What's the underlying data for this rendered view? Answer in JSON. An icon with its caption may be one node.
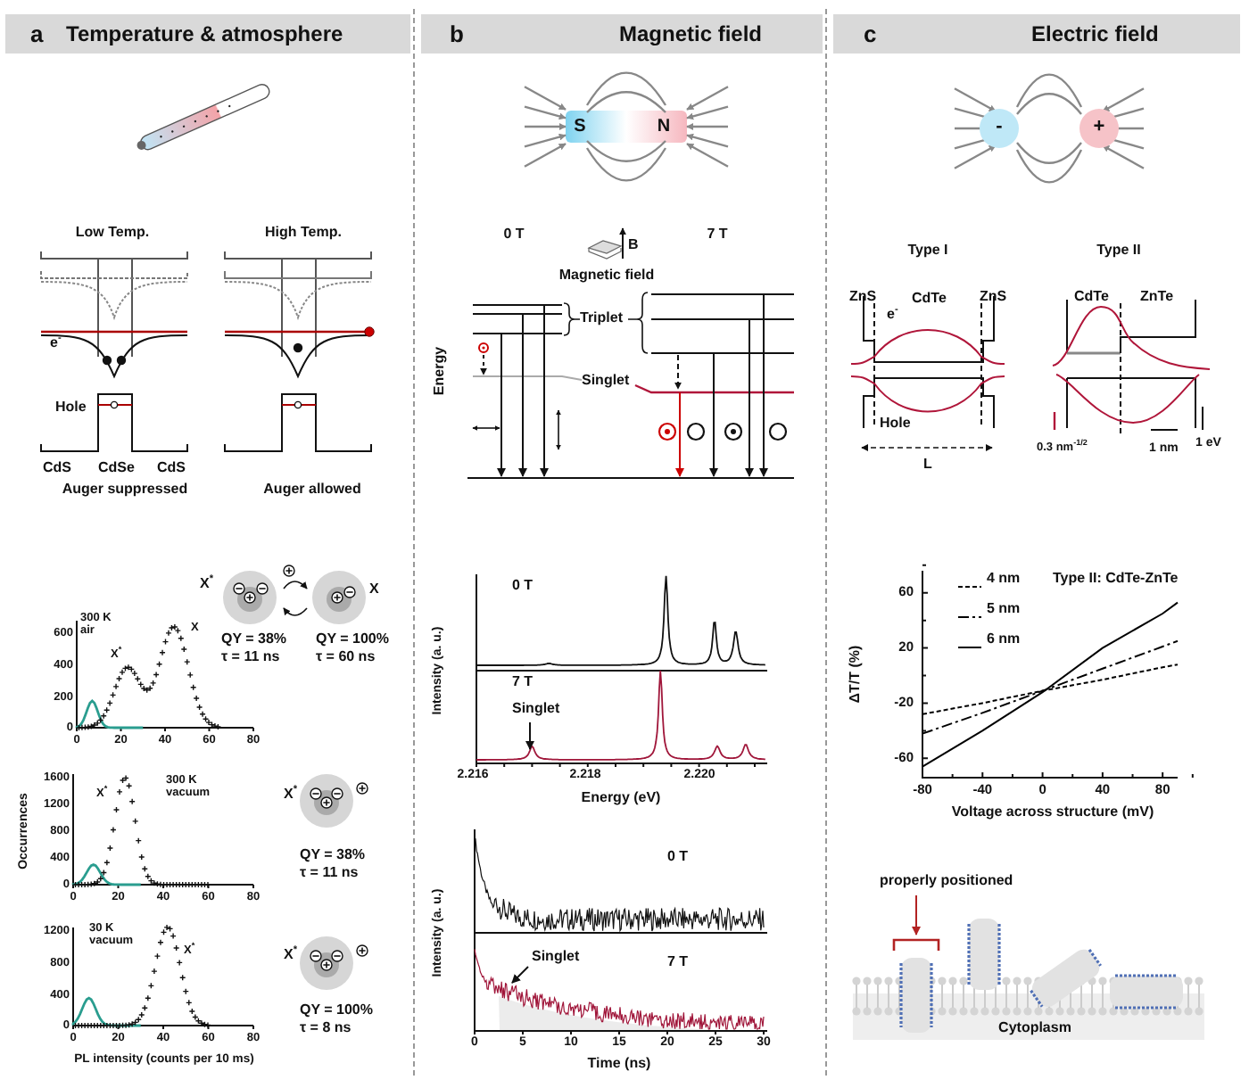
{
  "diagram": {
    "nodes": [
      {
        "text": [
          "a",
          "Temperature & atmosphere"
        ]
      },
      {
        "text": [
          "b",
          "Magnetic field"
        ]
      },
      {
        "text": [
          "c",
          "Electric field"
        ]
      },
      {
        "text": [
          "properly positioned"
        ]
      },
      {
        "text": [],
        "shape": "picture"
      }
    ],
    "edges": [
      {
        "from": 3,
        "to": 4,
        "arrow": "to",
        "color": "#b22222"
      }
    ],
    "labels": [
      "Low Temp.",
      "High Temp.",
      "e$^{-}$",
      "Hole",
      "CdS",
      "CdSe",
      "CdS",
      "Auger suppressed",
      "Auger allowed",
      "X$^{*}$",
      "X",
      "QY = 38%",
      "τ = 11 ns",
      "QY = 100%",
      "τ = 60 ns",
      "300 K air",
      "X$^{*}$",
      "X",
      "600",
      "400",
      "200",
      "0",
      "0",
      "20",
      "40",
      "60",
      "80",
      "Occurrences",
      "X$^{*}$",
      "300 K vacuum",
      "1600",
      "1200",
      "800",
      "400",
      "0",
      "0",
      "20",
      "40",
      "60",
      "80",
      "X$^{*}$",
      "QY = 38%",
      "τ = 11 ns",
      "30 K vacuum",
      "X$^{*}$",
      "1200",
      "800",
      "400",
      "0",
      "0",
      "20",
      "40",
      "60",
      "80",
      "PL intensity (counts per 10 ms)",
      "X$^{*}$",
      "QY = 100%",
      "τ = 8 ns",
      "S",
      "N",
      "0 T",
      "B",
      "Magnetic field",
      "7 T",
      "Triplet",
      "Energy",
      "Singlet",
      "0 T",
      "7 T",
      "Intensity (a. u.)",
      "2.216",
      "2.218",
      "2.220",
      "Energy (eV)",
      "0 T",
      "Intensity (a. u.)",
      "7 T",
      "0",
      "5",
      "10",
      "15",
      "20",
      "25",
      "30",
      "Time (ns)",
      "-",
      "+",
      "Type I",
      "Type II",
      "ZnS",
      "CdTe",
      "ZnS",
      "e$^{-}$",
      "Hole",
      "L",
      "CdTe",
      "ZnTe",
      "0.3 nm$^{-1/2}$",
      "1 nm",
      "1 eV",
      "Cytoplasm",
      "Singlet",
      "Singlet"
    ],
    "chart_data": {
      "type": "line",
      "title": "Type II: CdTe-ZnTe",
      "xlabel": "Voltage across structure (mV)",
      "ylabel": "ΔT/T (%)",
      "x": [
        -80,
        -40,
        0,
        40,
        80,
        90
      ],
      "series": [
        {
          "name": "4 nm",
          "color": "#000000",
          "line_style": "dashed",
          "values": [
            -28,
            -20,
            -11,
            -3,
            6,
            8
          ]
        },
        {
          "name": "5 nm",
          "color": "#000000",
          "line_style": "dashdot",
          "values": [
            -42,
            -27,
            -11,
            5,
            21,
            25
          ]
        },
        {
          "name": "6 nm",
          "color": "#000000",
          "line_style": "solid",
          "values": [
            -66,
            -40,
            -12,
            20,
            45,
            53
          ]
        }
      ],
      "legend": "upper left",
      "xlim": [
        -80,
        90
      ],
      "ylim": [
        -74,
        76
      ],
      "xticks": [
        -80,
        -40,
        0,
        40,
        80
      ],
      "yticks": [
        -60,
        -20,
        20,
        60
      ]
    }
  }
}
